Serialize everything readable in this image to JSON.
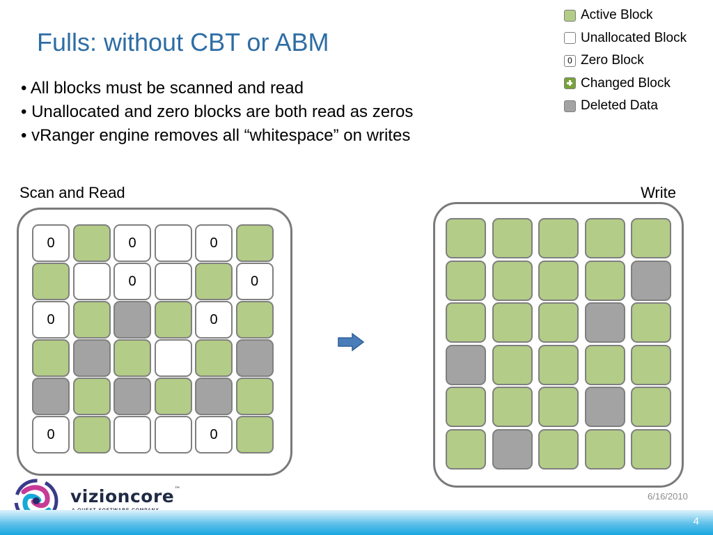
{
  "slide": {
    "title": "Fulls:  without CBT or ABM",
    "bullets": [
      "• All blocks must be scanned and read",
      "• Unallocated and zero blocks are both read as zeros",
      "• vRanger engine removes all “whitespace”  on writes"
    ]
  },
  "legend": {
    "items": [
      {
        "kind": "active",
        "label": "Active Block"
      },
      {
        "kind": "unallocated",
        "label": "Unallocated Block"
      },
      {
        "kind": "zero",
        "label": "Zero Block",
        "glyph": "0"
      },
      {
        "kind": "changed",
        "label": "Changed Block"
      },
      {
        "kind": "deleted",
        "label": "Deleted Data"
      }
    ]
  },
  "diagram": {
    "read_label": "Scan and Read",
    "write_label": "Write",
    "zero_glyph": "0",
    "read_grid": [
      [
        "zero",
        "active",
        "zero",
        "unallocated",
        "zero",
        "active"
      ],
      [
        "active",
        "unallocated",
        "zero",
        "unallocated",
        "active",
        "zero"
      ],
      [
        "zero",
        "active",
        "deleted",
        "active",
        "zero",
        "active"
      ],
      [
        "active",
        "deleted",
        "active",
        "unallocated",
        "active",
        "deleted"
      ],
      [
        "deleted",
        "active",
        "deleted",
        "active",
        "deleted",
        "active"
      ],
      [
        "zero",
        "active",
        "unallocated",
        "unallocated",
        "zero",
        "active"
      ]
    ],
    "write_grid": [
      [
        "active",
        "active",
        "active",
        "active",
        "active"
      ],
      [
        "active",
        "active",
        "active",
        "active",
        "deleted"
      ],
      [
        "active",
        "active",
        "active",
        "deleted",
        "active"
      ],
      [
        "deleted",
        "active",
        "active",
        "active",
        "active"
      ],
      [
        "active",
        "active",
        "active",
        "deleted",
        "active"
      ],
      [
        "active",
        "deleted",
        "active",
        "active",
        "active"
      ]
    ]
  },
  "colors": {
    "title": "#2e6da4",
    "active": "#b3cc87",
    "deleted": "#a3a3a3",
    "changed": "#78a33a",
    "arrow": "#4a7ebb"
  },
  "footer": {
    "date": "6/16/2010",
    "page_number": "4",
    "company_name": "vizioncore",
    "company_tagline": "A QUEST SOFTWARE COMPANY"
  }
}
